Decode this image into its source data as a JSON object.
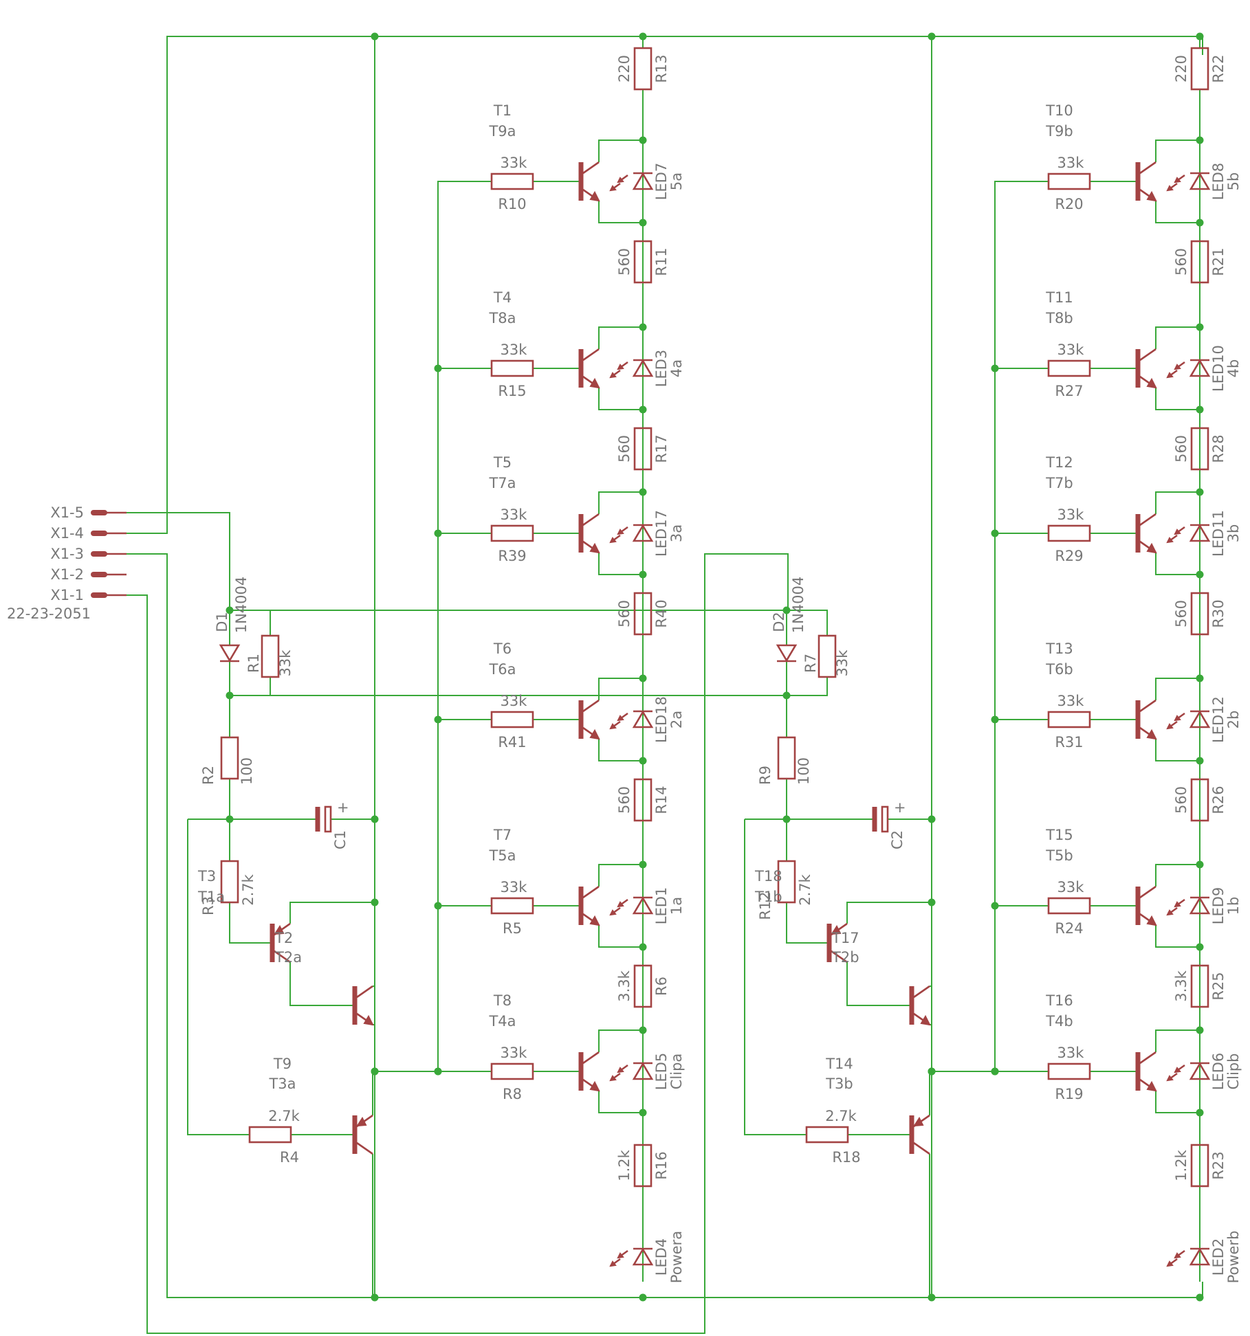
{
  "colors": {
    "wire": "#39a839",
    "symbol": "#a34343",
    "label": "#777777",
    "background": "#ffffff"
  },
  "connector": {
    "pins": [
      "X1-5",
      "X1-4",
      "X1-3",
      "X1-2",
      "X1-1"
    ],
    "part": "22-23-2051"
  },
  "diodes": [
    {
      "name": "D1",
      "value": "1N4004"
    },
    {
      "name": "D2",
      "value": "1N4004"
    }
  ],
  "capacitors": [
    {
      "name": "C1"
    },
    {
      "name": "C2"
    }
  ],
  "resistors": [
    {
      "name": "R1",
      "value": "33k"
    },
    {
      "name": "R2",
      "value": "100"
    },
    {
      "name": "R3",
      "value": "2.7k"
    },
    {
      "name": "R4",
      "value": "2.7k"
    },
    {
      "name": "R7",
      "value": "33k"
    },
    {
      "name": "R9",
      "value": "100"
    },
    {
      "name": "R12",
      "value": "2.7k"
    },
    {
      "name": "R18",
      "value": "2.7k"
    }
  ],
  "driver_transistors": [
    {
      "name": "T3",
      "sub": "T1a"
    },
    {
      "name": "T2",
      "sub": "T2a"
    },
    {
      "name": "T9",
      "sub": "T3a"
    },
    {
      "name": "T18",
      "sub": "T1b"
    },
    {
      "name": "T17",
      "sub": "T2b"
    },
    {
      "name": "T14",
      "sub": "T3b"
    }
  ],
  "channel_a": {
    "top_resistor": {
      "name": "R13",
      "value": "220"
    },
    "stages": [
      {
        "t": "T1",
        "tsub": "T9a",
        "rin": "R10",
        "rinv": "33k",
        "led": "LED7",
        "ledv": "5a",
        "rout": "R11",
        "routv": "560"
      },
      {
        "t": "T4",
        "tsub": "T8a",
        "rin": "R15",
        "rinv": "33k",
        "led": "LED3",
        "ledv": "4a",
        "rout": "R17",
        "routv": "560"
      },
      {
        "t": "T5",
        "tsub": "T7a",
        "rin": "R39",
        "rinv": "33k",
        "led": "LED17",
        "ledv": "3a",
        "rout": "R40",
        "routv": "560"
      },
      {
        "t": "T6",
        "tsub": "T6a",
        "rin": "R41",
        "rinv": "33k",
        "led": "LED18",
        "ledv": "2a",
        "rout": "R14",
        "routv": "560"
      },
      {
        "t": "T7",
        "tsub": "T5a",
        "rin": "R5",
        "rinv": "33k",
        "led": "LED1",
        "ledv": "1a",
        "rout": "R6",
        "routv": "3.3k"
      },
      {
        "t": "T8",
        "tsub": "T4a",
        "rin": "R8",
        "rinv": "33k",
        "led": "LED5",
        "ledv": "Clipa",
        "rout": "R16",
        "routv": "1.2k"
      }
    ],
    "power_led": {
      "name": "LED4",
      "value": "Powera"
    }
  },
  "channel_b": {
    "top_resistor": {
      "name": "R22",
      "value": "220"
    },
    "stages": [
      {
        "t": "T10",
        "tsub": "T9b",
        "rin": "R20",
        "rinv": "33k",
        "led": "LED8",
        "ledv": "5b",
        "rout": "R21",
        "routv": "560"
      },
      {
        "t": "T11",
        "tsub": "T8b",
        "rin": "R27",
        "rinv": "33k",
        "led": "LED10",
        "ledv": "4b",
        "rout": "R28",
        "routv": "560"
      },
      {
        "t": "T12",
        "tsub": "T7b",
        "rin": "R29",
        "rinv": "33k",
        "led": "LED11",
        "ledv": "3b",
        "rout": "R30",
        "routv": "560"
      },
      {
        "t": "T13",
        "tsub": "T6b",
        "rin": "R31",
        "rinv": "33k",
        "led": "LED12",
        "ledv": "2b",
        "rout": "R26",
        "routv": "560"
      },
      {
        "t": "T15",
        "tsub": "T5b",
        "rin": "R24",
        "rinv": "33k",
        "led": "LED9",
        "ledv": "1b",
        "rout": "R25",
        "routv": "3.3k"
      },
      {
        "t": "T16",
        "tsub": "T4b",
        "rin": "R19",
        "rinv": "33k",
        "led": "LED6",
        "ledv": "Clipb",
        "rout": "R23",
        "routv": "1.2k"
      }
    ],
    "power_led": {
      "name": "LED2",
      "value": "Powerb"
    }
  }
}
